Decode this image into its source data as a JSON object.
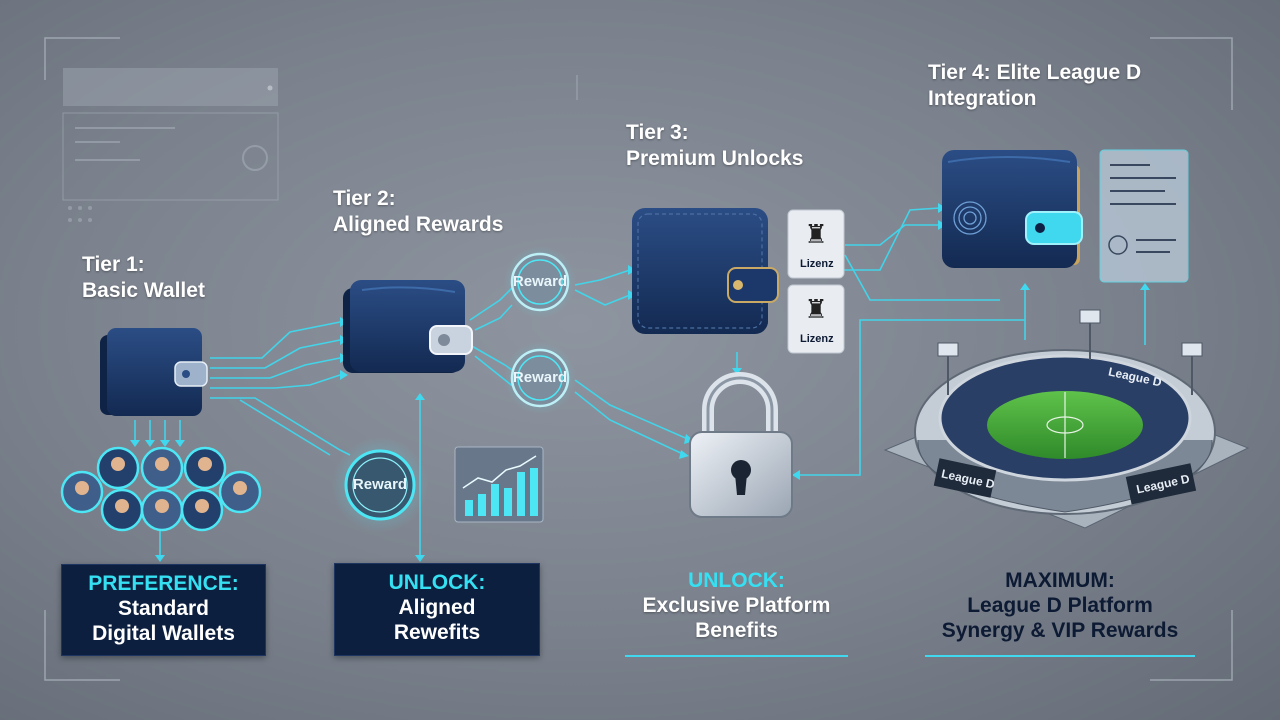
{
  "tiers": [
    {
      "line1": "Tier 1:",
      "line2": "Basic Wallet"
    },
    {
      "line1": "Tier 2:",
      "line2": "Aligned Rewards"
    },
    {
      "line1": "Tier 3:",
      "line2": "Premium Unlocks"
    },
    {
      "line1": "Tier 4: Elite League D",
      "line2": "Integration"
    }
  ],
  "outcomes": [
    {
      "heading": "PREFERENCE:",
      "line1": "Standard",
      "line2": "Digital Wallets"
    },
    {
      "heading": "UNLOCK:",
      "line1": "Aligned",
      "line2": "Rewefits"
    },
    {
      "heading": "UNLOCK:",
      "line1": "Exclusive Platform",
      "line2": "Benefits"
    },
    {
      "heading": "MAXIMUM:",
      "line1": "League D Platform",
      "line2": "Synergy & VIP Rewards"
    }
  ],
  "reward_badges": [
    "Reward",
    "Reward",
    "Reward"
  ],
  "license_cards": [
    "Lizenz",
    "Lizenz"
  ],
  "stadium_signs": [
    "League D",
    "League D",
    "League D"
  ],
  "colors": {
    "accent": "#35e0f2",
    "navy": "#0d1f3f",
    "wallet": "#1e3a6e"
  }
}
